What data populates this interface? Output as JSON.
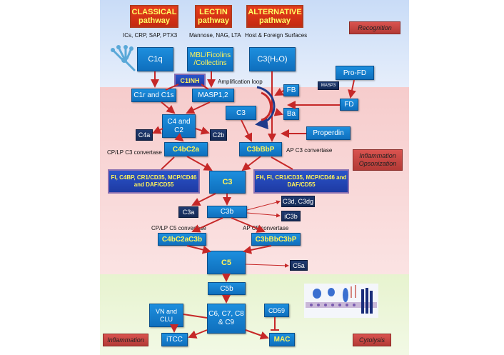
{
  "pathways": {
    "classical": {
      "title": "CLASSICAL pathway",
      "sub": "ICs, CRP, SAP, PTX3"
    },
    "lectin": {
      "title": "LECTIN pathway",
      "sub": "Mannose, NAG, LTA"
    },
    "alternative": {
      "title": "ALTERNATIVE pathway",
      "sub": "Host & Foreign Surfaces"
    }
  },
  "zones": {
    "recognition": "Recognition",
    "inflammation_opsonization": "Inflammation Opsonization",
    "inflammation": "Inflammation",
    "cytolysis": "Cytolysis"
  },
  "nodes": {
    "c1q": "C1q",
    "mbl": "MBL/Ficolins /Collectins",
    "c3h2o": "C3(H₂O)",
    "c1inh": "C1INH",
    "profd": "Pro-FD",
    "masp3": "MASP3",
    "c1r_c1s": "C1r and C1s",
    "masp12": "MASP1,2",
    "fb": "FB",
    "fd": "FD",
    "c3_loop": "C3",
    "ba": "Ba",
    "c4_c2": "C4 and C2",
    "c4a": "C4a",
    "c2b": "C2b",
    "properdin": "Properdin",
    "c4bc2a": "C4bC2a",
    "c3bbbp": "C3bBbP",
    "reg_left": "FI, C4BP, CR1/CD35, MCP/CD46 and DAF/CD55",
    "reg_right": "FH, FI, CR1/CD35, MCP/CD46 and DAF/CD55",
    "c3": "C3",
    "c3a": "C3a",
    "c3b": "C3b",
    "c3d": "C3d, C3dg",
    "ic3b": "iC3b",
    "c4bc2ac3b": "C4bC2aC3b",
    "c3bbbc3bp": "C3bBbC3bP",
    "c5": "C5",
    "c5a": "C5a",
    "c5b": "C5b",
    "vn_clu": "VN and CLU",
    "c6789": "C6, C7, C8 & C9",
    "cd59": "CD59",
    "itcc": "iTCC",
    "mac": "MAC"
  },
  "labels": {
    "amplification_loop": "Amplification loop",
    "cp_lp_c3": "CP/LP C3 convertase",
    "ap_c3": "AP C3 convertase",
    "cp_lp_c5": "CP/LP C5 convertase",
    "ap_c5": "AP C5 convertase"
  }
}
